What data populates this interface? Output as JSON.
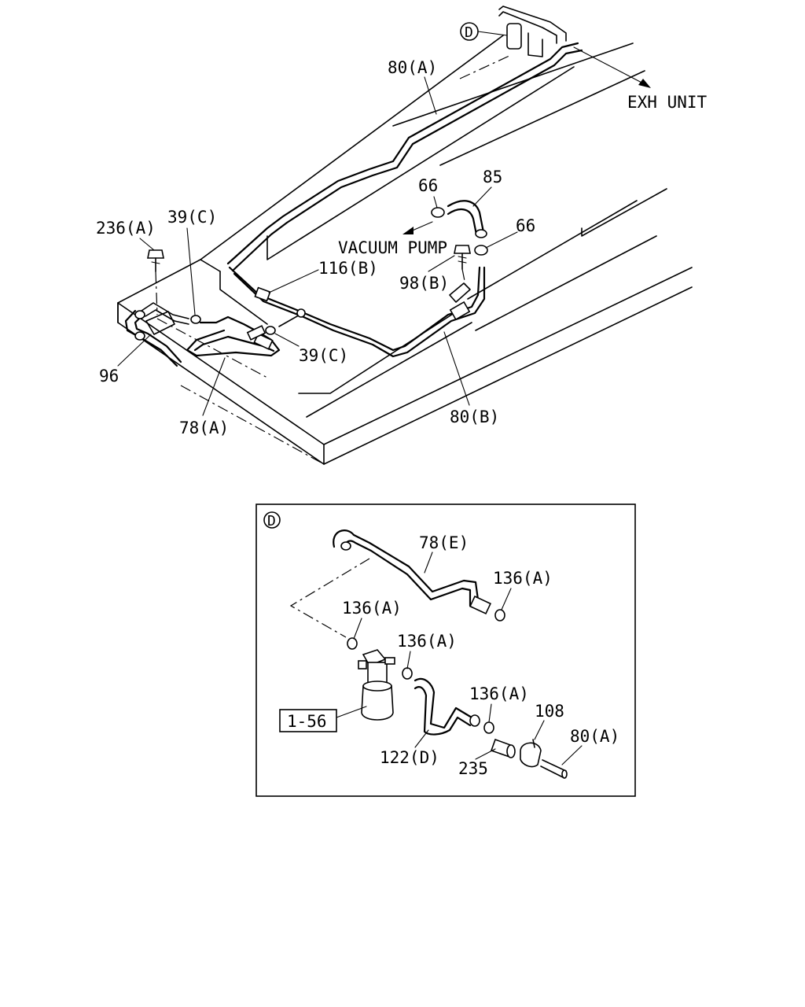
{
  "labels": {
    "d_marker": "D",
    "l80a": "80(A)",
    "exh_unit": "EXH UNIT",
    "l66_top": "66",
    "l85": "85",
    "l66_right": "66",
    "vacuum_pump": "VACUUM PUMP",
    "l236a": "236(A)",
    "l39c_top": "39(C)",
    "l116b": "116(B)",
    "l98b": "98(B)",
    "l96": "96",
    "l39c_bottom": "39(C)",
    "l78a": "78(A)",
    "l80b": "80(B)"
  },
  "detail": {
    "marker": "D",
    "l78e": "78(E)",
    "l136a_1": "136(A)",
    "l136a_2": "136(A)",
    "l136a_3": "136(A)",
    "l136a_4": "136(A)",
    "ref_box": "1-56",
    "l122d": "122(D)",
    "l235": "235",
    "l108": "108",
    "l80a": "80(A)"
  }
}
